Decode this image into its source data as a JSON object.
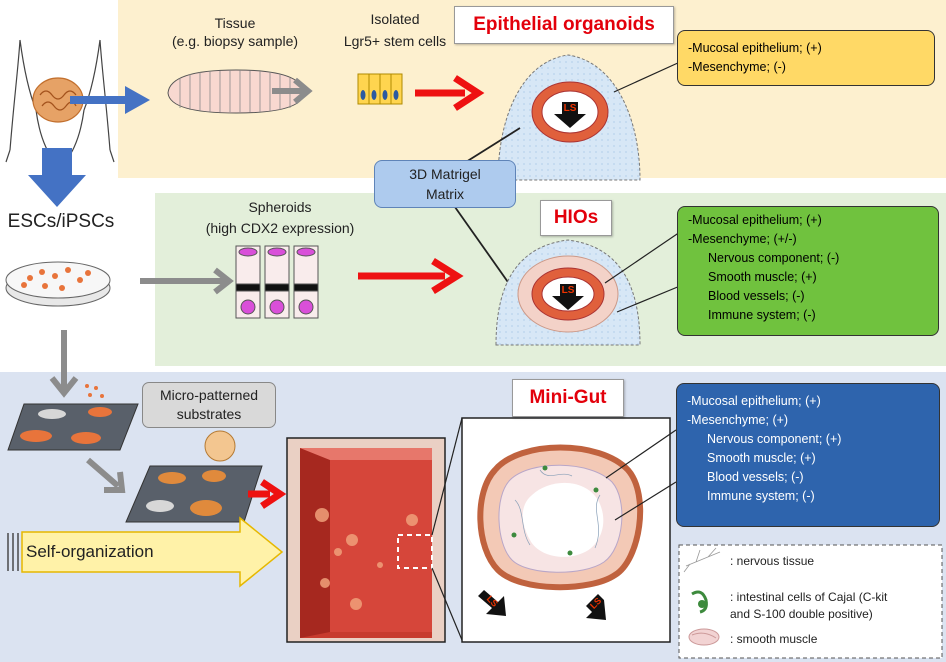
{
  "labels": {
    "tissue": "Tissue",
    "tissue_sub": "(e.g. biopsy sample)",
    "isolated": "Isolated",
    "isolated_sub": "Lgr5+ stem cells",
    "esc": "ESCs/iPSCs",
    "spheroids": "Spheroids",
    "spheroids_sub": "(high CDX2 expression)",
    "matrigel_1": "3D Matrigel",
    "matrigel_2": "Matrix",
    "micro_1": "Micro-patterned",
    "micro_2": "substrates",
    "self_org": "Self-organization",
    "ls": "LS"
  },
  "titles": {
    "epithelial": "Epithelial organoids",
    "hios": "HIOs",
    "minigut": "Mini-Gut"
  },
  "info_epithelial": [
    "-Mucosal epithelium; (+)",
    "-Mesenchyme; (-)"
  ],
  "info_hios": {
    "top": [
      "-Mucosal epithelium; (+)",
      "-Mesenchyme; (+/-)"
    ],
    "sub": [
      "Nervous component; (-)",
      "Smooth muscle; (+)",
      "Blood vessels; (-)",
      "Immune system; (-)"
    ]
  },
  "info_minigut": {
    "top": [
      "-Mucosal epithelium; (+)",
      "-Mesenchyme; (+)"
    ],
    "sub": [
      "Nervous component; (+)",
      "Smooth muscle; (+)",
      "Blood vessels; (-)",
      "Immune system; (-)"
    ]
  },
  "legend": {
    "nervous": ": nervous tissue",
    "icc_1": ": intestinal cells of Cajal (C-kit",
    "icc_2": "and S-100 double positive)",
    "smooth": ": smooth muscle"
  },
  "colors": {
    "band1": "#fdf0cf",
    "band2": "#e3efda",
    "band3": "#dbe3f1",
    "info1": "#ffd966",
    "info2": "#70c23e",
    "info3": "#2e64ad",
    "arrow_red": "#ee1111",
    "arrow_blue": "#4472c4",
    "arrow_gray": "#8c8c8c"
  }
}
